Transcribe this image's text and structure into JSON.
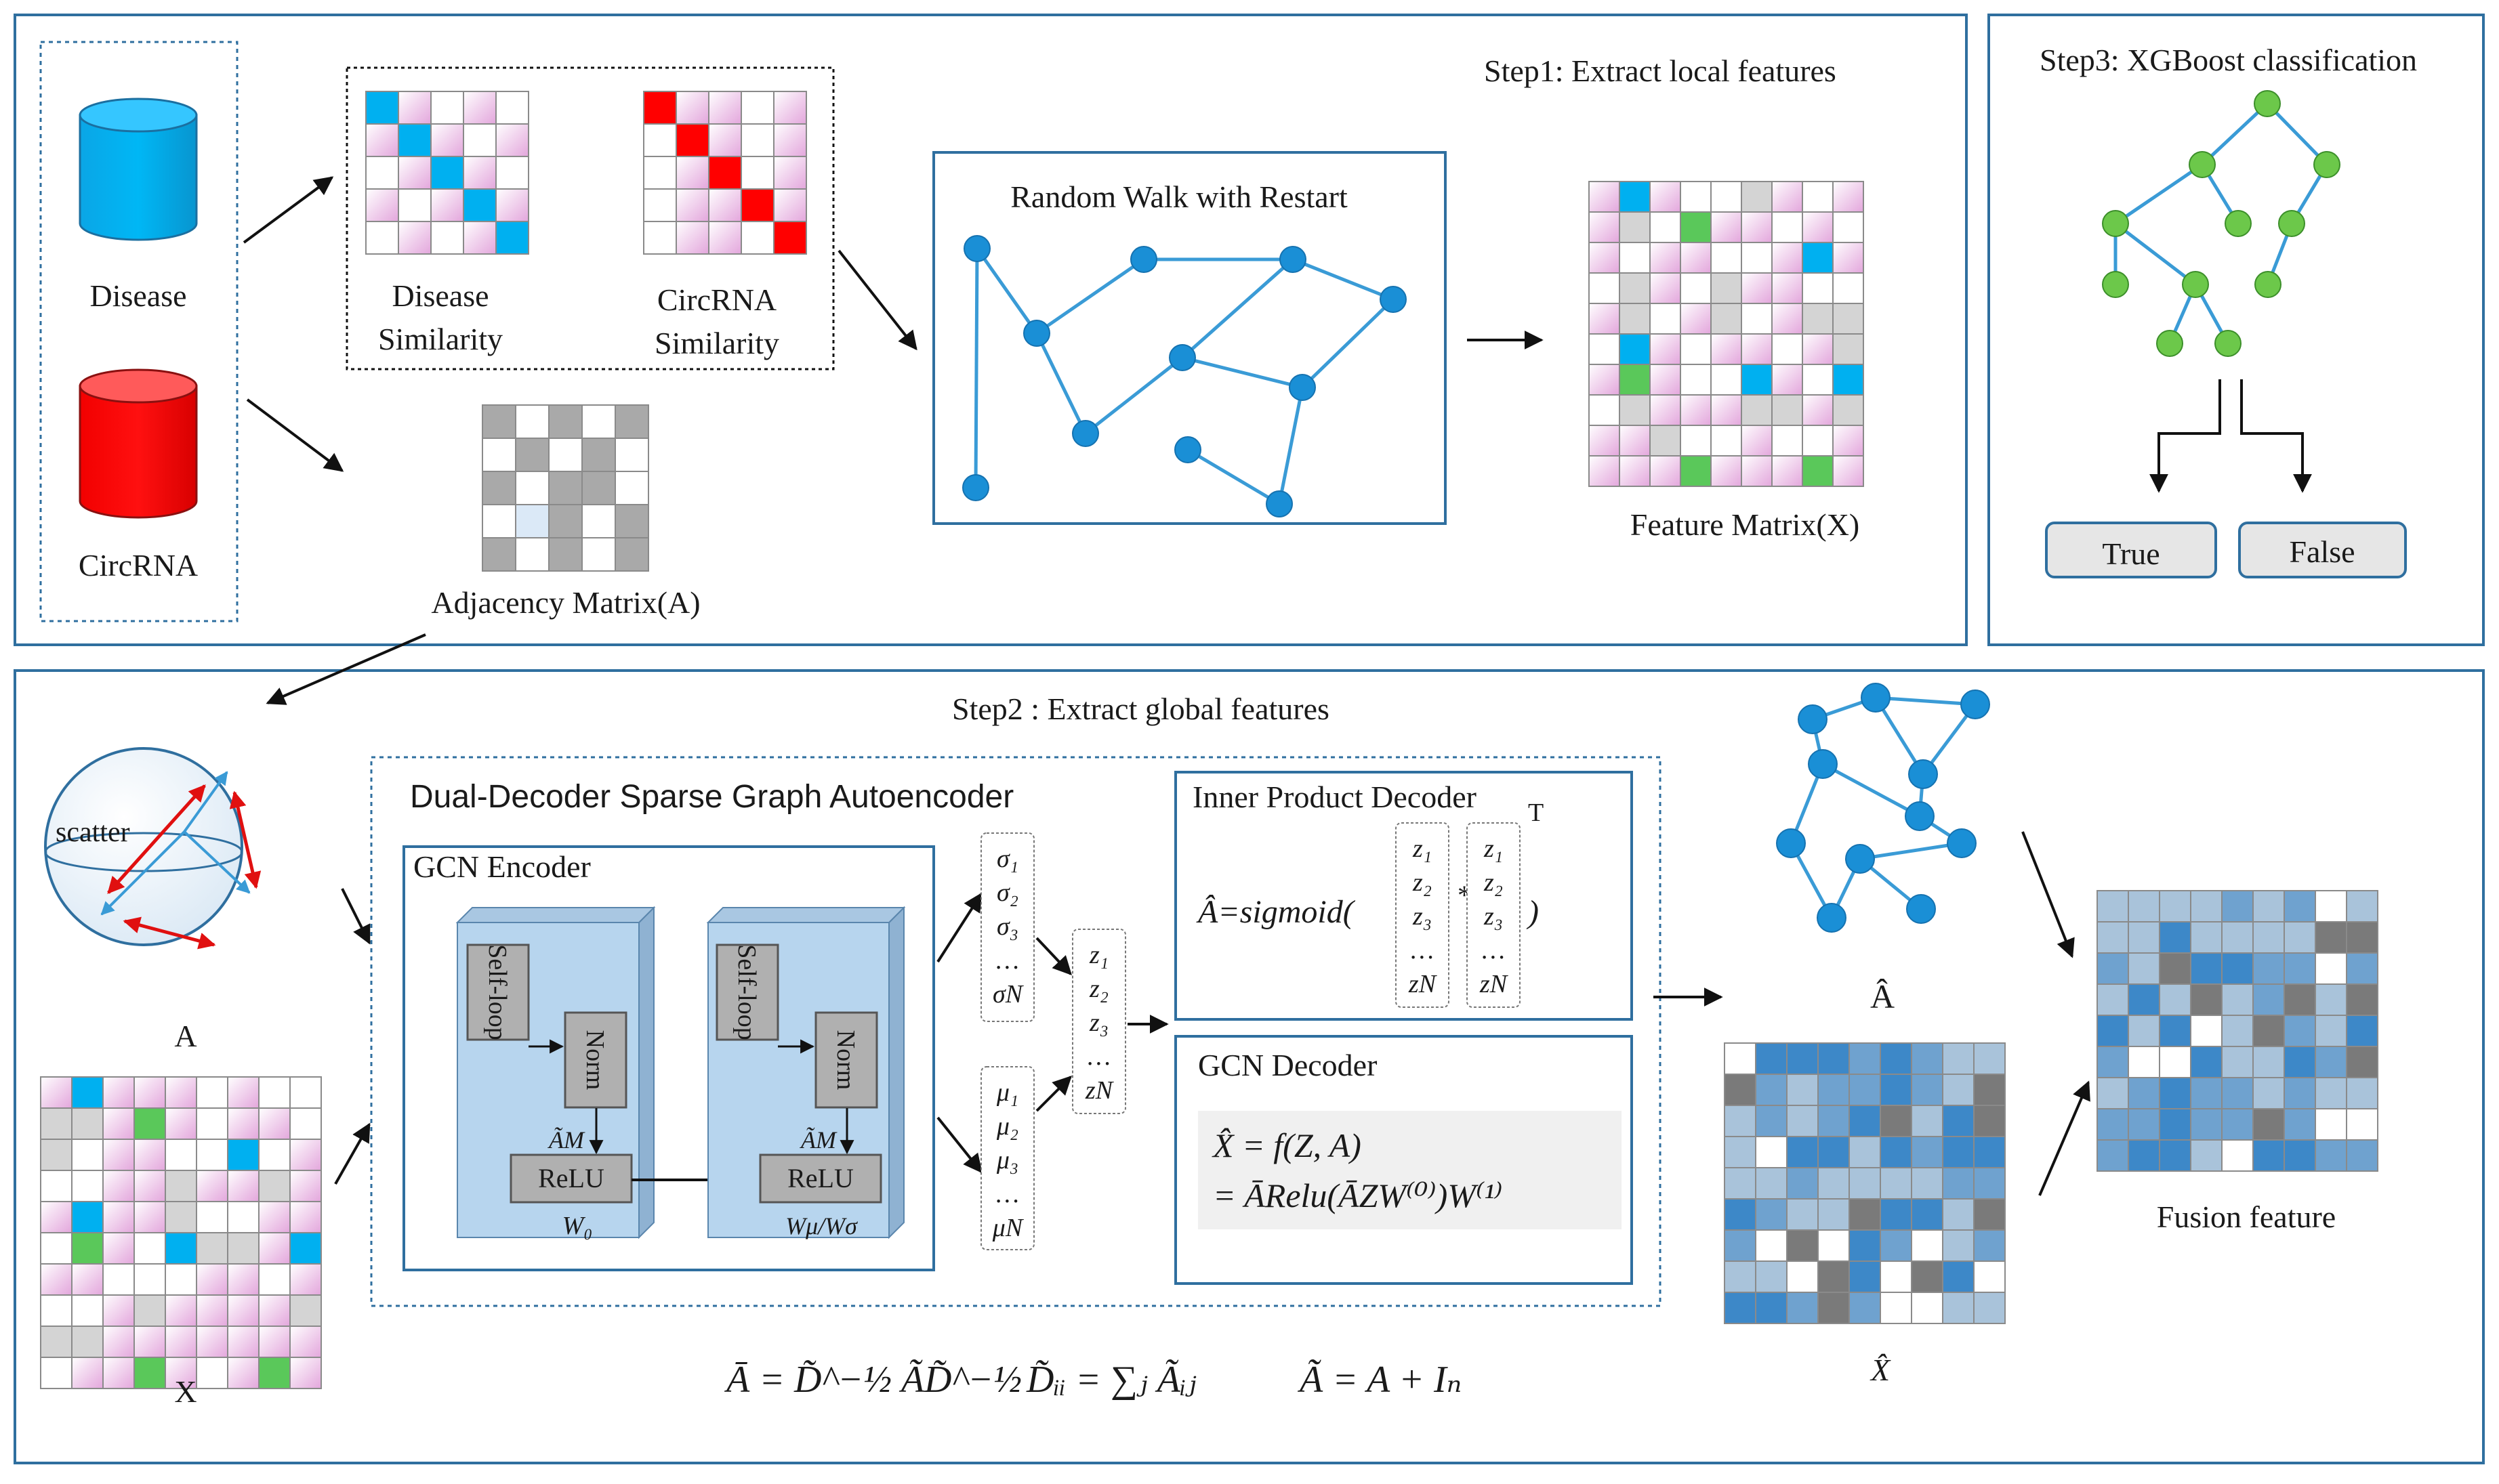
{
  "colors": {
    "panel_border": "#2f6f9f",
    "blue_cyl": "#00b0f0",
    "red_cyl": "#ff0000",
    "pink": "#e5b3e0",
    "light_blue_cell": "#00b0f0",
    "green_cell": "#5ac85a",
    "red_cell": "#ff0000",
    "gray_cell": "#a6a6a6",
    "node_blue": "#1a8fd6",
    "edge_blue": "#3a9bd6",
    "tree_green": "#6cc84a",
    "tree_edge": "#3a9bd6",
    "encoder_fill": "#b7d5ee",
    "block_gray": "#b0b0b0"
  },
  "step1": {
    "title": "Step1: Extract local features",
    "disease_label": "Disease",
    "circrna_label": "CircRNA",
    "disease_sim": [
      "Disease",
      "Similarity"
    ],
    "circrna_sim": [
      "CircRNA",
      "Similarity"
    ],
    "adjacency_label": "Adjacency Matrix(A)",
    "rwr_title": "Random Walk with Restart",
    "feature_matrix_label": "Feature Matrix(X)"
  },
  "step3": {
    "title": "Step3: XGBoost classification",
    "true_label": "True",
    "false_label": "False"
  },
  "step2": {
    "title": "Step2 : Extract global features",
    "sphere_text": "scatter",
    "a_label": "A",
    "x_label": "X",
    "autoencoder_title": "Dual-Decoder Sparse Graph Autoencoder",
    "gcn_encoder_title": "GCN Encoder",
    "selfloop": "Self-loop",
    "norm": "Norm",
    "relu": "ReLU",
    "m_label": "ÃM",
    "w0": "W₀",
    "wmu": "Wμ/Wσ",
    "sigma_vec": [
      "σ₁",
      "σ₂",
      "σ₃",
      "…",
      "σN"
    ],
    "mu_vec": [
      "μ₁",
      "μ₂",
      "μ₃",
      "…",
      "μN"
    ],
    "z_vec": [
      "z₁",
      "z₂",
      "z₃",
      "…",
      "zN"
    ],
    "inner_product_title": "Inner Product Decoder",
    "transpose": "T",
    "inner_formula_prefix": "Â=sigmoid(",
    "inner_formula_suffix": ")",
    "star": "*",
    "gcn_decoder_title": "GCN Decoder",
    "gcn_formula_1": "X̂ = f(Z, A)",
    "gcn_formula_2": "= ĀRelu(ĀZW⁽⁰⁾)W⁽¹⁾",
    "a_hat_label": "Â",
    "x_hat_label": "X̂",
    "fusion_label": "Fusion feature",
    "bottom_formula_1": "Ā = D̃^−½ ÃD̃^−½",
    "bottom_formula_2": "D̃ᵢᵢ = ∑ⱼ Ãᵢⱼ",
    "bottom_formula_3": "Ã = A + Iₙ"
  }
}
